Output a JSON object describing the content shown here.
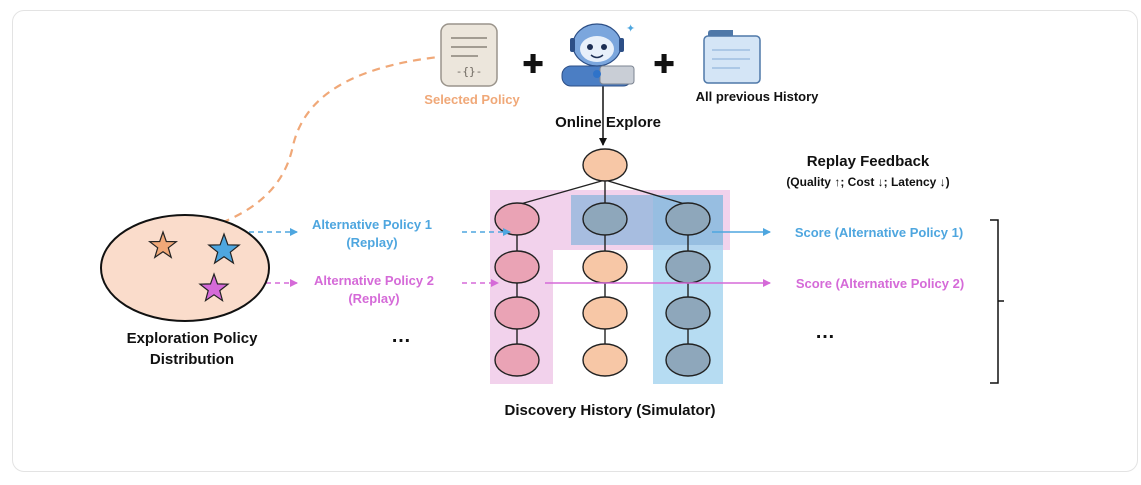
{
  "labels": {
    "selected_policy": "Selected Policy",
    "all_history": "All previous History",
    "online_explore": "Online Explore",
    "replay_feedback": "Replay Feedback",
    "replay_metrics": "(Quality ↑; Cost ↓; Latency ↓)",
    "alt_policy_1": "Alternative Policy 1",
    "alt_policy_1_sub": "(Replay)",
    "alt_policy_2": "Alternative Policy 2",
    "alt_policy_2_sub": "(Replay)",
    "ellipsis_left": "…",
    "ellipsis_right": "…",
    "score_1": "Score (Alternative Policy 1)",
    "score_2": "Score (Alternative Policy 2)",
    "exploration_1": "Exploration Policy",
    "exploration_2": "Distribution",
    "discovery_history": "Discovery History (Simulator)",
    "plus": "✚",
    "code_glyph": "-{}-"
  },
  "colors": {
    "orange": "#f0a878",
    "node_orange": "#f7c7a6",
    "pink": "#d56ad8",
    "pink_bg": "#f1cdea",
    "pink_node": "#eaa3b5",
    "blue": "#4ea6df",
    "blue_bg": "#a9d6f0",
    "blue_node": "#8ea7bb",
    "dark": "#111111"
  },
  "icons": [
    "document-icon",
    "robot-agent-icon",
    "history-window-icon",
    "plus-icon",
    "star-icon"
  ]
}
